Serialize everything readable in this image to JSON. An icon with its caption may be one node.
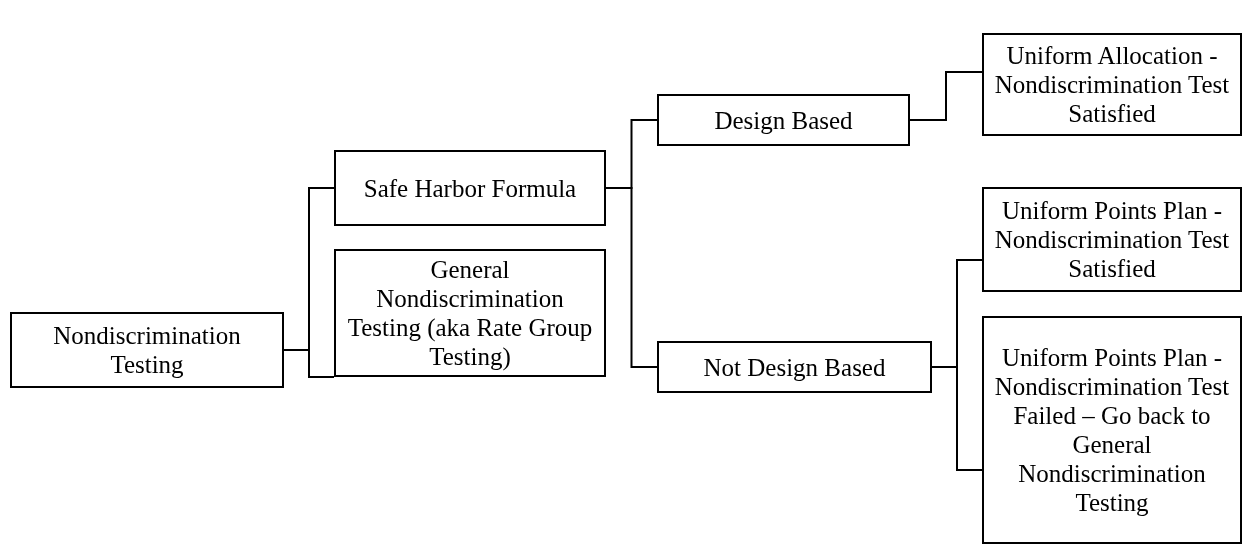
{
  "diagram": {
    "nodes": [
      {
        "text": [
          "Nondiscrimination Testing"
        ]
      },
      {
        "text": [
          "Safe Harbor Formula"
        ]
      },
      {
        "text": [
          "General Nondiscrimination Testing (aka Rate Group Testing)"
        ]
      },
      {
        "text": [
          "Design Based"
        ]
      },
      {
        "text": [
          "Not Design Based"
        ]
      },
      {
        "text": [
          "Uniform Allocation - Nondiscrimination Test Satisfied"
        ]
      },
      {
        "text": [
          "Uniform Points Plan - Nondiscrimination Test Satisfied"
        ]
      },
      {
        "text": [
          "Uniform Points Plan - Nondiscrimination Test Failed – Go back to General Nondiscrimination Testing"
        ]
      }
    ],
    "edges": [
      {
        "from": 0,
        "to": 1,
        "arrow": "none"
      },
      {
        "from": 0,
        "to": 2,
        "arrow": "none"
      },
      {
        "from": 1,
        "to": 3,
        "arrow": "none"
      },
      {
        "from": 1,
        "to": 4,
        "arrow": "none"
      },
      {
        "from": 3,
        "to": 5,
        "arrow": "none"
      },
      {
        "from": 4,
        "to": 6,
        "arrow": "none"
      },
      {
        "from": 4,
        "to": 7,
        "arrow": "none"
      }
    ]
  }
}
